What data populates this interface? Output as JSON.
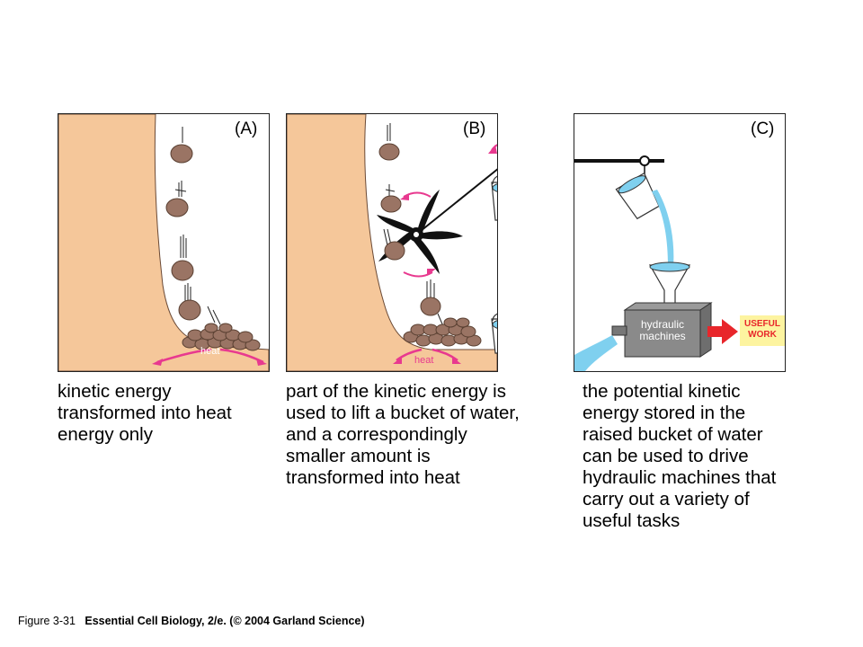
{
  "panels": {
    "a": {
      "label": "(A)",
      "heat_label": "heat",
      "caption": [
        "kinetic energy",
        "transformed into heat",
        "energy only"
      ]
    },
    "b": {
      "label": "(B)",
      "heat_label": "heat",
      "caption": [
        "part of the kinetic energy is",
        "used to lift a bucket of water,",
        "and a correspondingly",
        "smaller amount is",
        "transformed into heat"
      ]
    },
    "c": {
      "label": "(C)",
      "machine_label": [
        "hydraulic",
        "machines"
      ],
      "work_label": [
        "USEFUL",
        "WORK"
      ],
      "caption": [
        "the potential kinetic",
        "energy stored in the",
        "raised bucket of water",
        "can be used to drive",
        "hydraulic machines that",
        "carry out a variety of",
        "useful tasks"
      ]
    }
  },
  "footer": {
    "figure": "Figure 3-31",
    "source": "Essential Cell Biology, 2/e. (© 2004 Garland Science)"
  },
  "colors": {
    "cliff": "#f5c79a",
    "rock": "#9a7464",
    "arrow": "#e8398f",
    "water": "#7fd0ef",
    "work_box": "#fdf4a0",
    "work_arrow": "#e8262b"
  }
}
